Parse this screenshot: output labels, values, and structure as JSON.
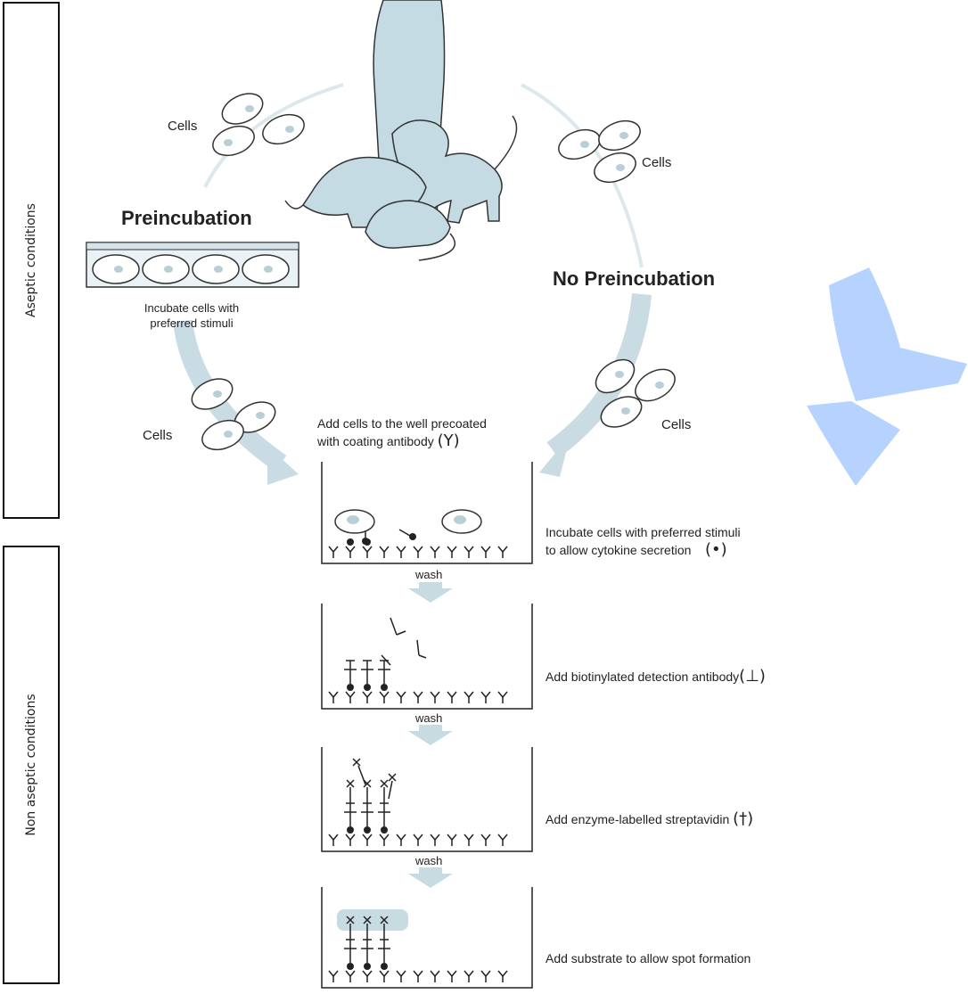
{
  "side_labels": {
    "aseptic": "Aseptic conditions",
    "non_aseptic": "Non aseptic conditions"
  },
  "paths": {
    "preincubation_title": "Preincubation",
    "no_preincubation_title": "No Preincubation",
    "cells_label": "Cells",
    "incubate_line1": "Incubate cells with",
    "incubate_line2": "preferred stimuli"
  },
  "steps": {
    "add_cells_line1": "Add cells to the well precoated",
    "add_cells_line2": "with coating antibody",
    "incubate_line1": "Incubate cells with preferred stimuli",
    "incubate_line2": "to allow cytokine secretion",
    "detection": "Add biotinylated detection antibody",
    "streptavidin": "Add enzyme-labelled streptavidin",
    "substrate": "Add substrate to allow spot formation",
    "wash": "wash"
  },
  "colors": {
    "fill": "#cfe0e6",
    "accent": "#9fc5ff",
    "stroke": "#222222",
    "arrow": "#c7dbe2"
  },
  "icons": {
    "coating_antibody": "coating-antibody-icon",
    "cytokine": "cytokine-icon",
    "detection_antibody": "detection-antibody-icon",
    "streptavidin": "streptavidin-icon"
  }
}
